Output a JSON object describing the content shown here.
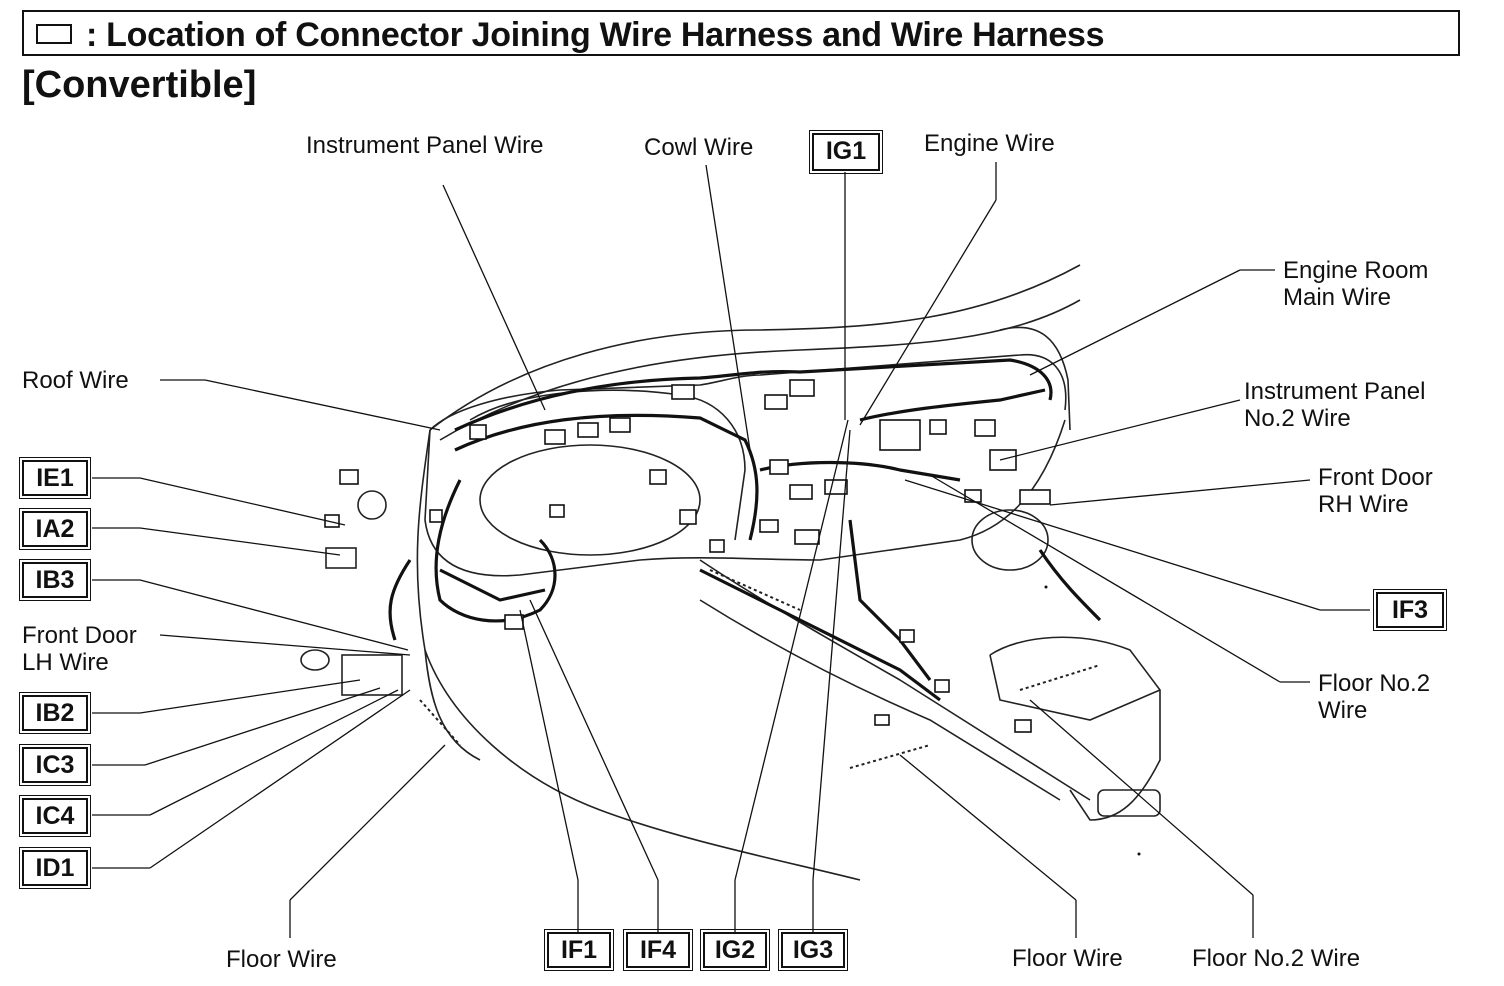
{
  "header": {
    "title": ": Location of Connector Joining Wire Harness and Wire Harness",
    "subtitle": "[Convertible]",
    "icon": "connector-box-icon"
  },
  "labels": {
    "instrument_panel_wire": "Instrument Panel Wire",
    "cowl_wire": "Cowl Wire",
    "engine_wire": "Engine Wire",
    "engine_room_main_wire": [
      "Engine Room",
      "Main Wire"
    ],
    "roof_wire": "Roof Wire",
    "instrument_panel_no2_wire": [
      "Instrument Panel",
      "No.2 Wire"
    ],
    "front_door_rh_wire": [
      "Front Door",
      "RH Wire"
    ],
    "front_door_lh_wire": [
      "Front Door",
      "LH Wire"
    ],
    "floor_no2_wire_right": [
      "Floor No.2",
      "Wire"
    ],
    "floor_wire_left": "Floor Wire",
    "floor_wire_right": "Floor Wire",
    "floor_no2_wire_bottom": "Floor No.2 Wire"
  },
  "connectors": {
    "IG1": "IG1",
    "IE1": "IE1",
    "IA2": "IA2",
    "IB3": "IB3",
    "IB2": "IB2",
    "IC3": "IC3",
    "IC4": "IC4",
    "ID1": "ID1",
    "IF3": "IF3",
    "IF1": "IF1",
    "IF4": "IF4",
    "IG2": "IG2",
    "IG3": "IG3"
  }
}
